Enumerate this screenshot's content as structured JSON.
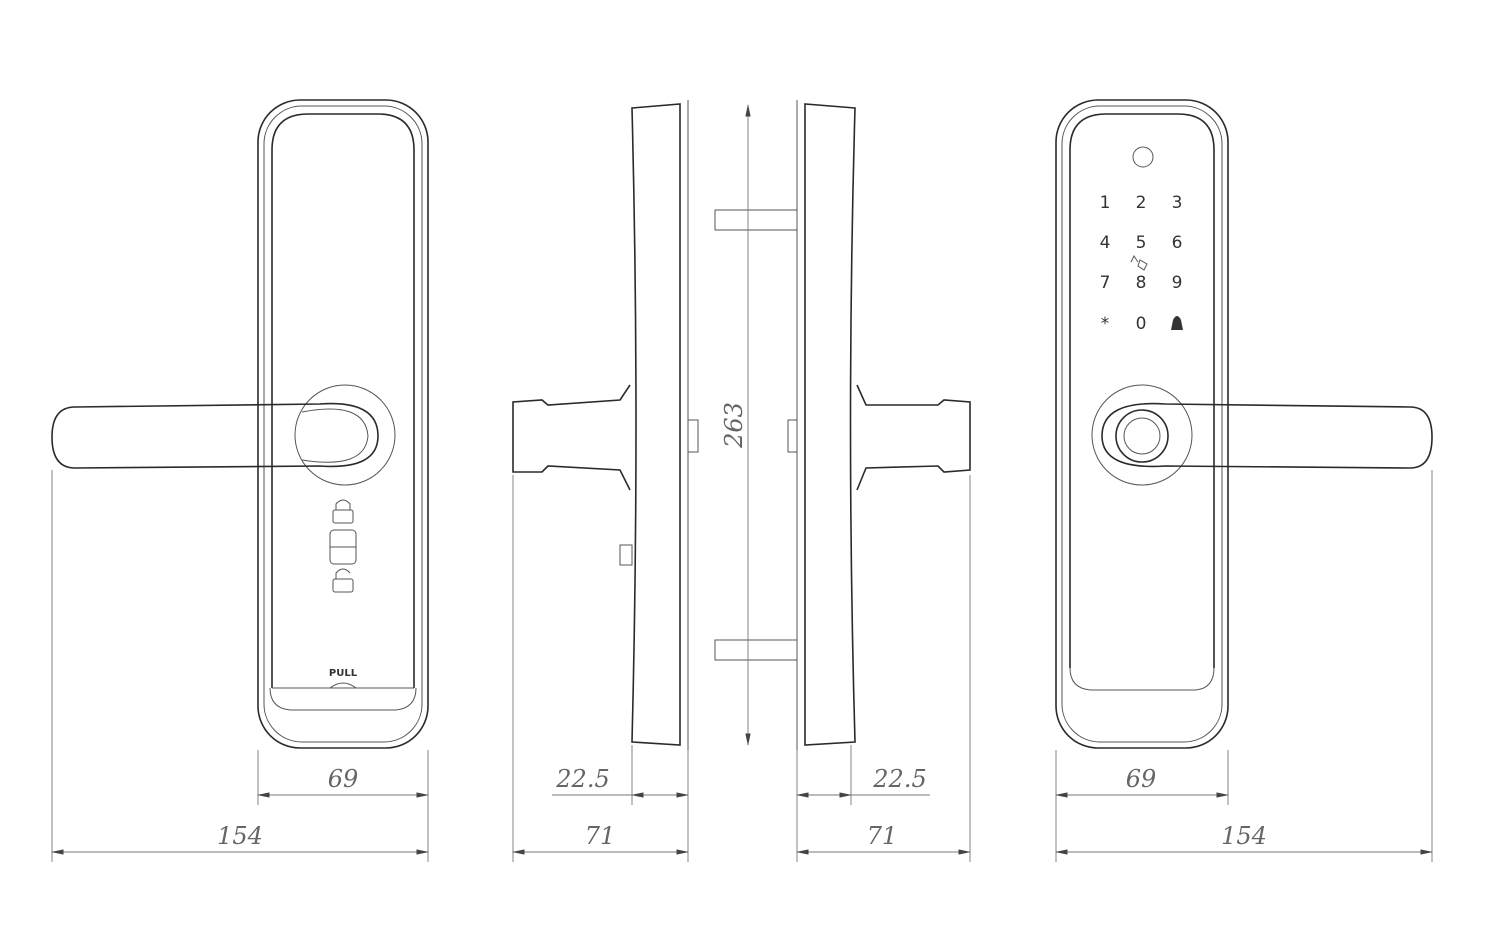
{
  "front_view": {
    "pull_label": "PULL",
    "width_dim": "69",
    "total_dim": "154"
  },
  "side_view": {
    "height_dim": "263",
    "left_thickness_dim": "22.5",
    "right_thickness_dim": "22.5",
    "left_depth_dim": "71",
    "right_depth_dim": "71"
  },
  "keypad_view": {
    "keys": [
      "1",
      "2",
      "3",
      "4",
      "5",
      "6",
      "7",
      "8",
      "9",
      "*",
      "0"
    ],
    "width_dim": "69",
    "total_dim": "154"
  },
  "colors": {
    "line": "#2a2a2a",
    "dimension": "#777777"
  }
}
